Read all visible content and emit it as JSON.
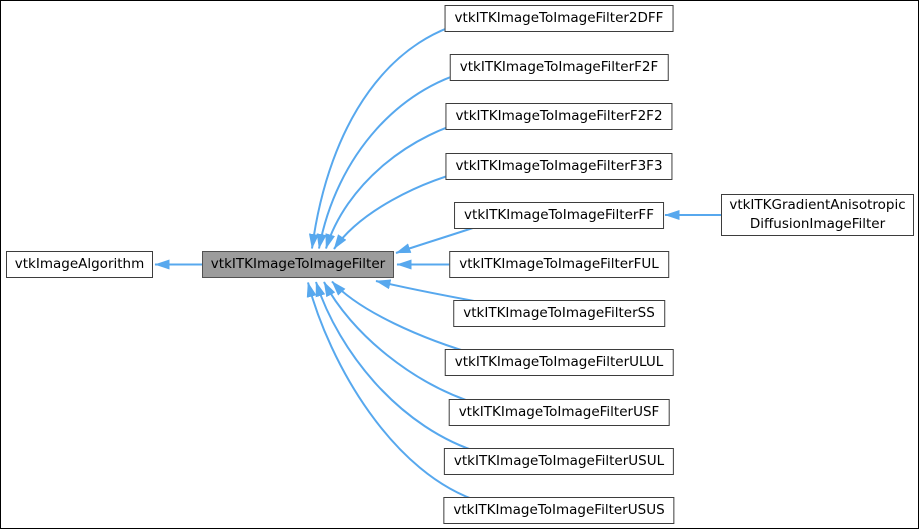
{
  "diagram_type": "class-inheritance-graph",
  "colors": {
    "arrow": "#57a8ee",
    "node_border": "#3d3d3d",
    "node_fill": "#ffffff",
    "current_fill": "#9c9c9c",
    "current_border": "#525252",
    "text": "#000000",
    "background": "#ffffff",
    "frame": "#000000"
  },
  "nodes": [
    {
      "label": "vtkImageAlgorithm",
      "role": "base"
    },
    {
      "label": "vtkITKImageToImageFilter",
      "role": "current"
    },
    {
      "label": "vtkITKImageToImageFilter2DFF",
      "role": "derived"
    },
    {
      "label": "vtkITKImageToImageFilterF2F",
      "role": "derived"
    },
    {
      "label": "vtkITKImageToImageFilterF2F2",
      "role": "derived"
    },
    {
      "label": "vtkITKImageToImageFilterF3F3",
      "role": "derived"
    },
    {
      "label": "vtkITKImageToImageFilterFF",
      "role": "derived"
    },
    {
      "label": "vtkITKImageToImageFilterFUL",
      "role": "derived"
    },
    {
      "label": "vtkITKImageToImageFilterSS",
      "role": "derived"
    },
    {
      "label": "vtkITKImageToImageFilterULUL",
      "role": "derived"
    },
    {
      "label": "vtkITKImageToImageFilterUSF",
      "role": "derived"
    },
    {
      "label": "vtkITKImageToImageFilterUSUL",
      "role": "derived"
    },
    {
      "label": "vtkITKImageToImageFilterUSUS",
      "role": "derived"
    },
    {
      "label": "vtkITKGradientAnisotropicDiffusionImageFilter",
      "role": "derived",
      "lines": [
        "vtkITKGradientAnisotropic",
        "DiffusionImageFilter"
      ]
    }
  ],
  "edges": [
    {
      "from": "vtkITKImageToImageFilter",
      "to": "vtkImageAlgorithm"
    },
    {
      "from": "vtkITKImageToImageFilter2DFF",
      "to": "vtkITKImageToImageFilter"
    },
    {
      "from": "vtkITKImageToImageFilterF2F",
      "to": "vtkITKImageToImageFilter"
    },
    {
      "from": "vtkITKImageToImageFilterF2F2",
      "to": "vtkITKImageToImageFilter"
    },
    {
      "from": "vtkITKImageToImageFilterF3F3",
      "to": "vtkITKImageToImageFilter"
    },
    {
      "from": "vtkITKImageToImageFilterFF",
      "to": "vtkITKImageToImageFilter"
    },
    {
      "from": "vtkITKImageToImageFilterFUL",
      "to": "vtkITKImageToImageFilter"
    },
    {
      "from": "vtkITKImageToImageFilterSS",
      "to": "vtkITKImageToImageFilter"
    },
    {
      "from": "vtkITKImageToImageFilterULUL",
      "to": "vtkITKImageToImageFilter"
    },
    {
      "from": "vtkITKImageToImageFilterUSF",
      "to": "vtkITKImageToImageFilter"
    },
    {
      "from": "vtkITKImageToImageFilterUSUL",
      "to": "vtkITKImageToImageFilter"
    },
    {
      "from": "vtkITKImageToImageFilterUSUS",
      "to": "vtkITKImageToImageFilter"
    },
    {
      "from": "vtkITKGradientAnisotropicDiffusionImageFilter",
      "to": "vtkITKImageToImageFilterFF"
    }
  ]
}
